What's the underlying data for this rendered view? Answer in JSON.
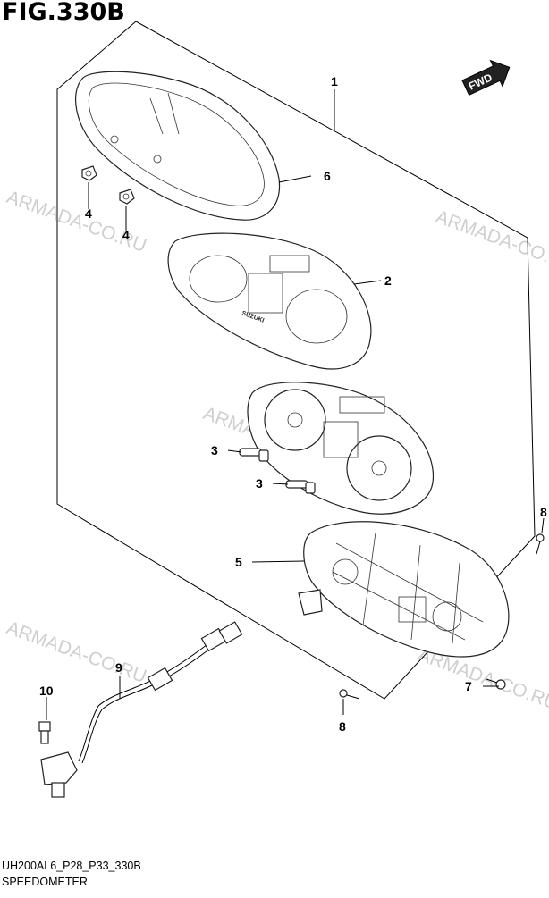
{
  "figure": {
    "title": "FIG.330B",
    "code": "UH200AL6_P28_P33_330B",
    "name": "SPEEDOMETER"
  },
  "direction_badge": {
    "label": "FWD"
  },
  "watermark": {
    "text": "ARMADA-CO.RU"
  },
  "callouts": {
    "c1": "1",
    "c2": "2",
    "c3a": "3",
    "c3b": "3",
    "c4a": "4",
    "c4b": "4",
    "c5": "5",
    "c6": "6",
    "c7": "7",
    "c8a": "8",
    "c8b": "8",
    "c9": "9",
    "c10": "10"
  },
  "speedometer_brand": "SUZUKI"
}
